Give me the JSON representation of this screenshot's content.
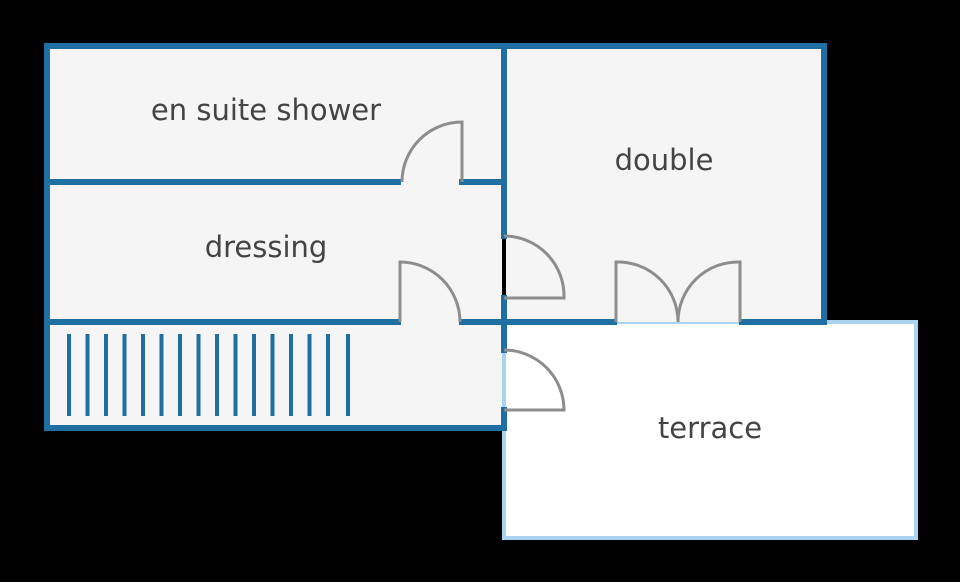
{
  "rooms": {
    "en_suite_shower": "en suite shower",
    "dressing": "dressing",
    "double": "double",
    "terrace": "terrace"
  },
  "colors": {
    "background": "#000000",
    "wall": "#1f6fa3",
    "terrace_wall": "#a9d3ee",
    "room_fill": "#f5f5f6",
    "terrace_fill": "#ffffff",
    "door": "#8d8d8d",
    "label": "#444444"
  }
}
